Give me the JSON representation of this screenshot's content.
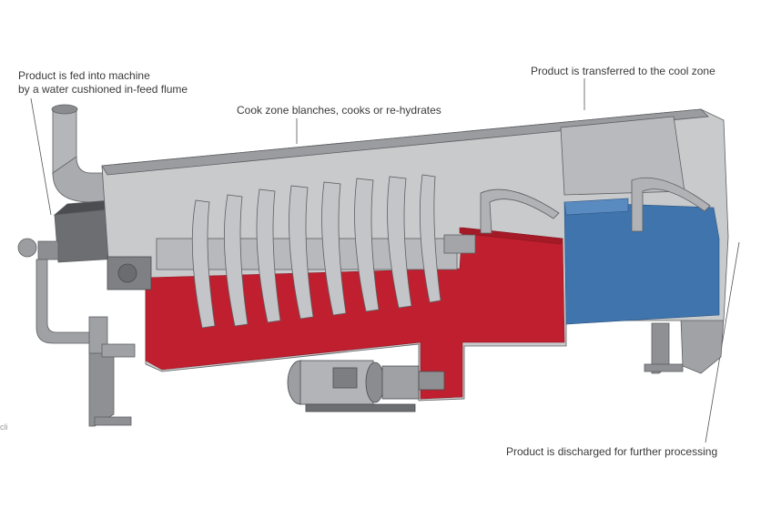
{
  "callouts": {
    "feed_line1": "Product is fed into machine",
    "feed_line2": "by a water cushioned in-feed flume",
    "cook": "Cook zone blanches, cooks or re-hydrates",
    "cool": "Product is transferred to the cool zone",
    "discharge": "Product is discharged for further processing",
    "edge_fragment": "cli"
  },
  "colors": {
    "background": "#ffffff",
    "cook_zone_water": "#bf1f2e",
    "cool_zone_water": "#3f74ad",
    "machine_body": "#a7a9ac",
    "machine_dark": "#6d6f72",
    "machine_light": "#d2d4d6",
    "leader_line": "#555555",
    "text": "#3a3a3a"
  }
}
